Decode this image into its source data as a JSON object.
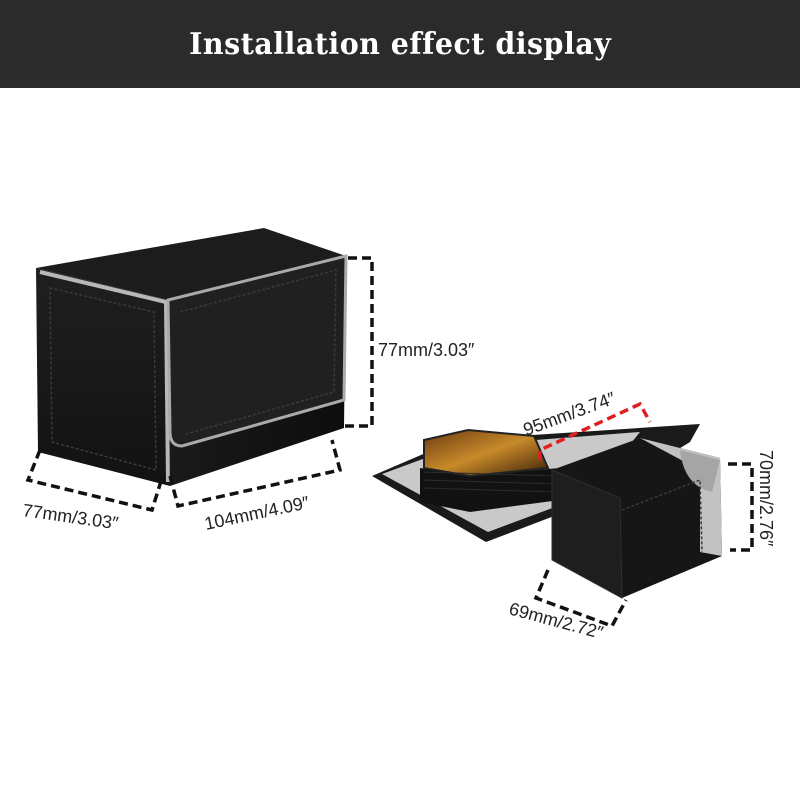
{
  "banner": {
    "title": "Installation effect display"
  },
  "dimensions": {
    "closed_height": "77mm/3.03″",
    "closed_depth": "77mm/3.03″",
    "closed_width": "104mm/4.09″",
    "open_card_length": "95mm/3.74″",
    "open_height": "70mm/2.76″",
    "open_width": "69mm/2.72″"
  },
  "colors": {
    "banner": "#2b2b2b",
    "box_black": "#141414",
    "trim": "#b8b8b8",
    "interior": "#c9c9c9",
    "dash_black": "#111111",
    "dash_red": "#e02020"
  }
}
